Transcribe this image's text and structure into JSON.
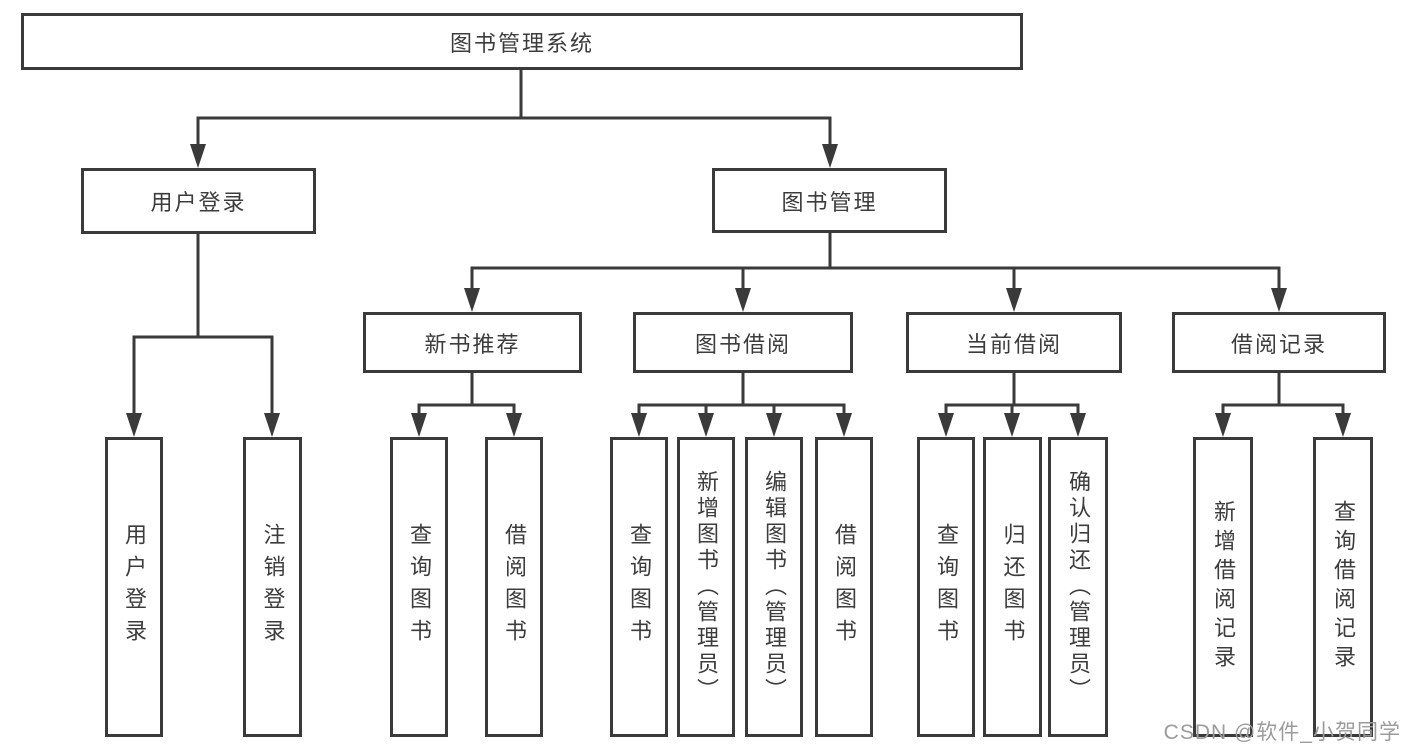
{
  "tree": {
    "root": {
      "label": "图书管理系统"
    },
    "branches": [
      {
        "label": "用户登录",
        "children": [
          {
            "label": "用户登录"
          },
          {
            "label": "注销登录"
          }
        ]
      },
      {
        "label": "图书管理",
        "children": [
          {
            "label": "新书推荐",
            "children": [
              {
                "label": "查询图书"
              },
              {
                "label": "借阅图书"
              }
            ]
          },
          {
            "label": "图书借阅",
            "children": [
              {
                "label": "查询图书"
              },
              {
                "label": "新增图书（管理员）"
              },
              {
                "label": "编辑图书（管理员）"
              },
              {
                "label": "借阅图书"
              }
            ]
          },
          {
            "label": "当前借阅",
            "children": [
              {
                "label": "查询图书"
              },
              {
                "label": "归还图书"
              },
              {
                "label": "确认归还（管理员）"
              }
            ]
          },
          {
            "label": "借阅记录",
            "children": [
              {
                "label": "新增借阅记录"
              },
              {
                "label": "查询借阅记录"
              }
            ]
          }
        ]
      }
    ]
  },
  "watermark": {
    "text": "CSDN @软件_小贺同学"
  },
  "colors": {
    "line": "#3a3a3a",
    "node_border": "#3a3a3a",
    "text": "#3c3c3c",
    "watermark": "#9b9b9b",
    "background": "#ffffff"
  }
}
